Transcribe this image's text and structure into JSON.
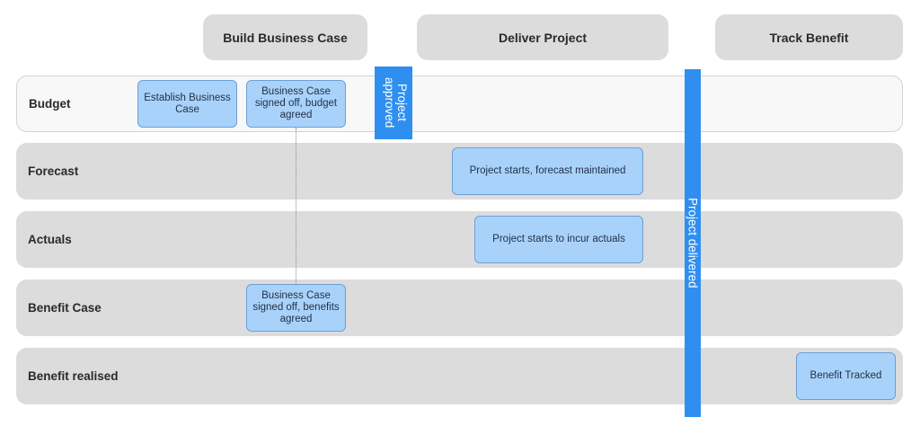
{
  "phases": [
    {
      "label": "Build Business Case"
    },
    {
      "label": "Deliver Project"
    },
    {
      "label": "Track Benefit"
    }
  ],
  "lanes": [
    {
      "label": "Budget"
    },
    {
      "label": "Forecast"
    },
    {
      "label": "Actuals"
    },
    {
      "label": "Benefit Case"
    },
    {
      "label": "Benefit realised"
    }
  ],
  "steps": {
    "establish": "Establish Business Case",
    "budget_agreed": "Business Case signed off, budget agreed",
    "forecast": "Project starts, forecast maintained",
    "actuals": "Project starts to incur actuals",
    "benefits_agreed": "Business Case signed off, benefits agreed",
    "benefit_tracked": "Benefit Tracked"
  },
  "milestones": {
    "approved": "Project approved",
    "delivered": "Project delivered"
  },
  "colors": {
    "milestone": "#2f8ff0",
    "step_fill": "#a9d2fb",
    "step_border": "#6a9fd6",
    "lane": "#dcdcdc"
  }
}
